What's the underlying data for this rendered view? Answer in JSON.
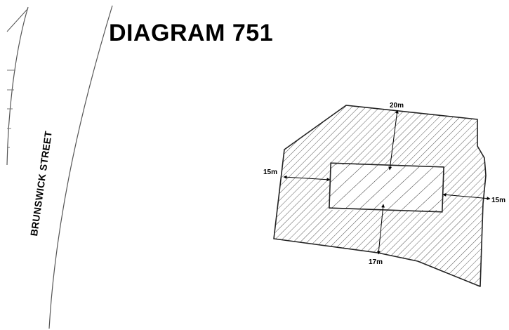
{
  "title": "DIAGRAM 751",
  "street_label": "BRUNSWICK STREET",
  "setbacks": {
    "north": "20m",
    "west": "15m",
    "east": "15m",
    "south": "17m"
  }
}
